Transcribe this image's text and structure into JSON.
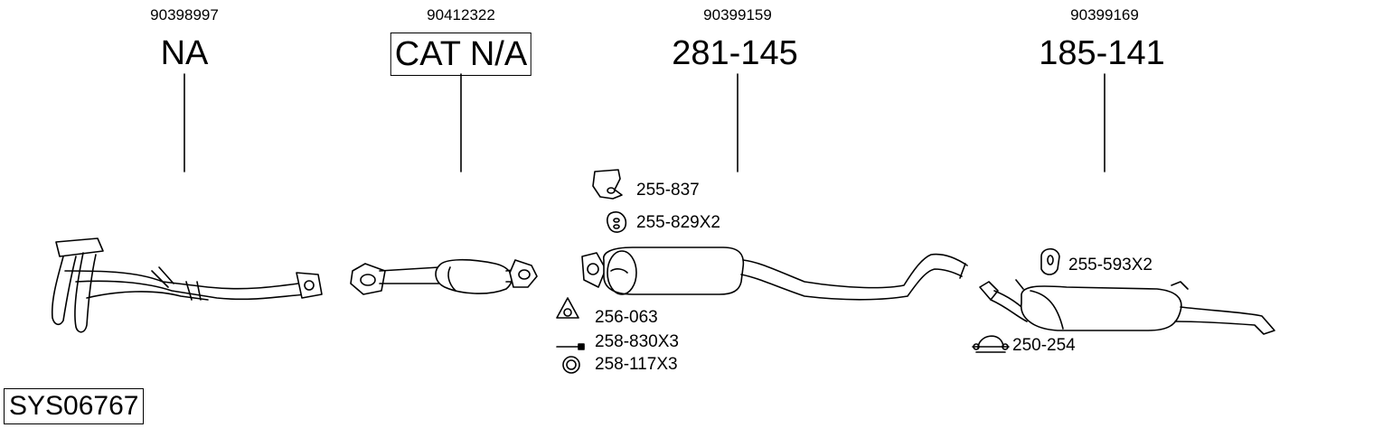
{
  "columns": [
    {
      "oem": "90398997",
      "part": "NA"
    },
    {
      "oem": "90412322",
      "part": "CAT N/A"
    },
    {
      "oem": "90399159",
      "part": "281-145"
    },
    {
      "oem": "90399169",
      "part": "185-141"
    }
  ],
  "accessories": [
    {
      "code": "255-837"
    },
    {
      "code": "255-829X2"
    },
    {
      "code": "256-063"
    },
    {
      "code": "258-830X3"
    },
    {
      "code": "258-117X3"
    },
    {
      "code": "255-593X2"
    },
    {
      "code": "250-254"
    }
  ],
  "system_id": "SYS06767"
}
